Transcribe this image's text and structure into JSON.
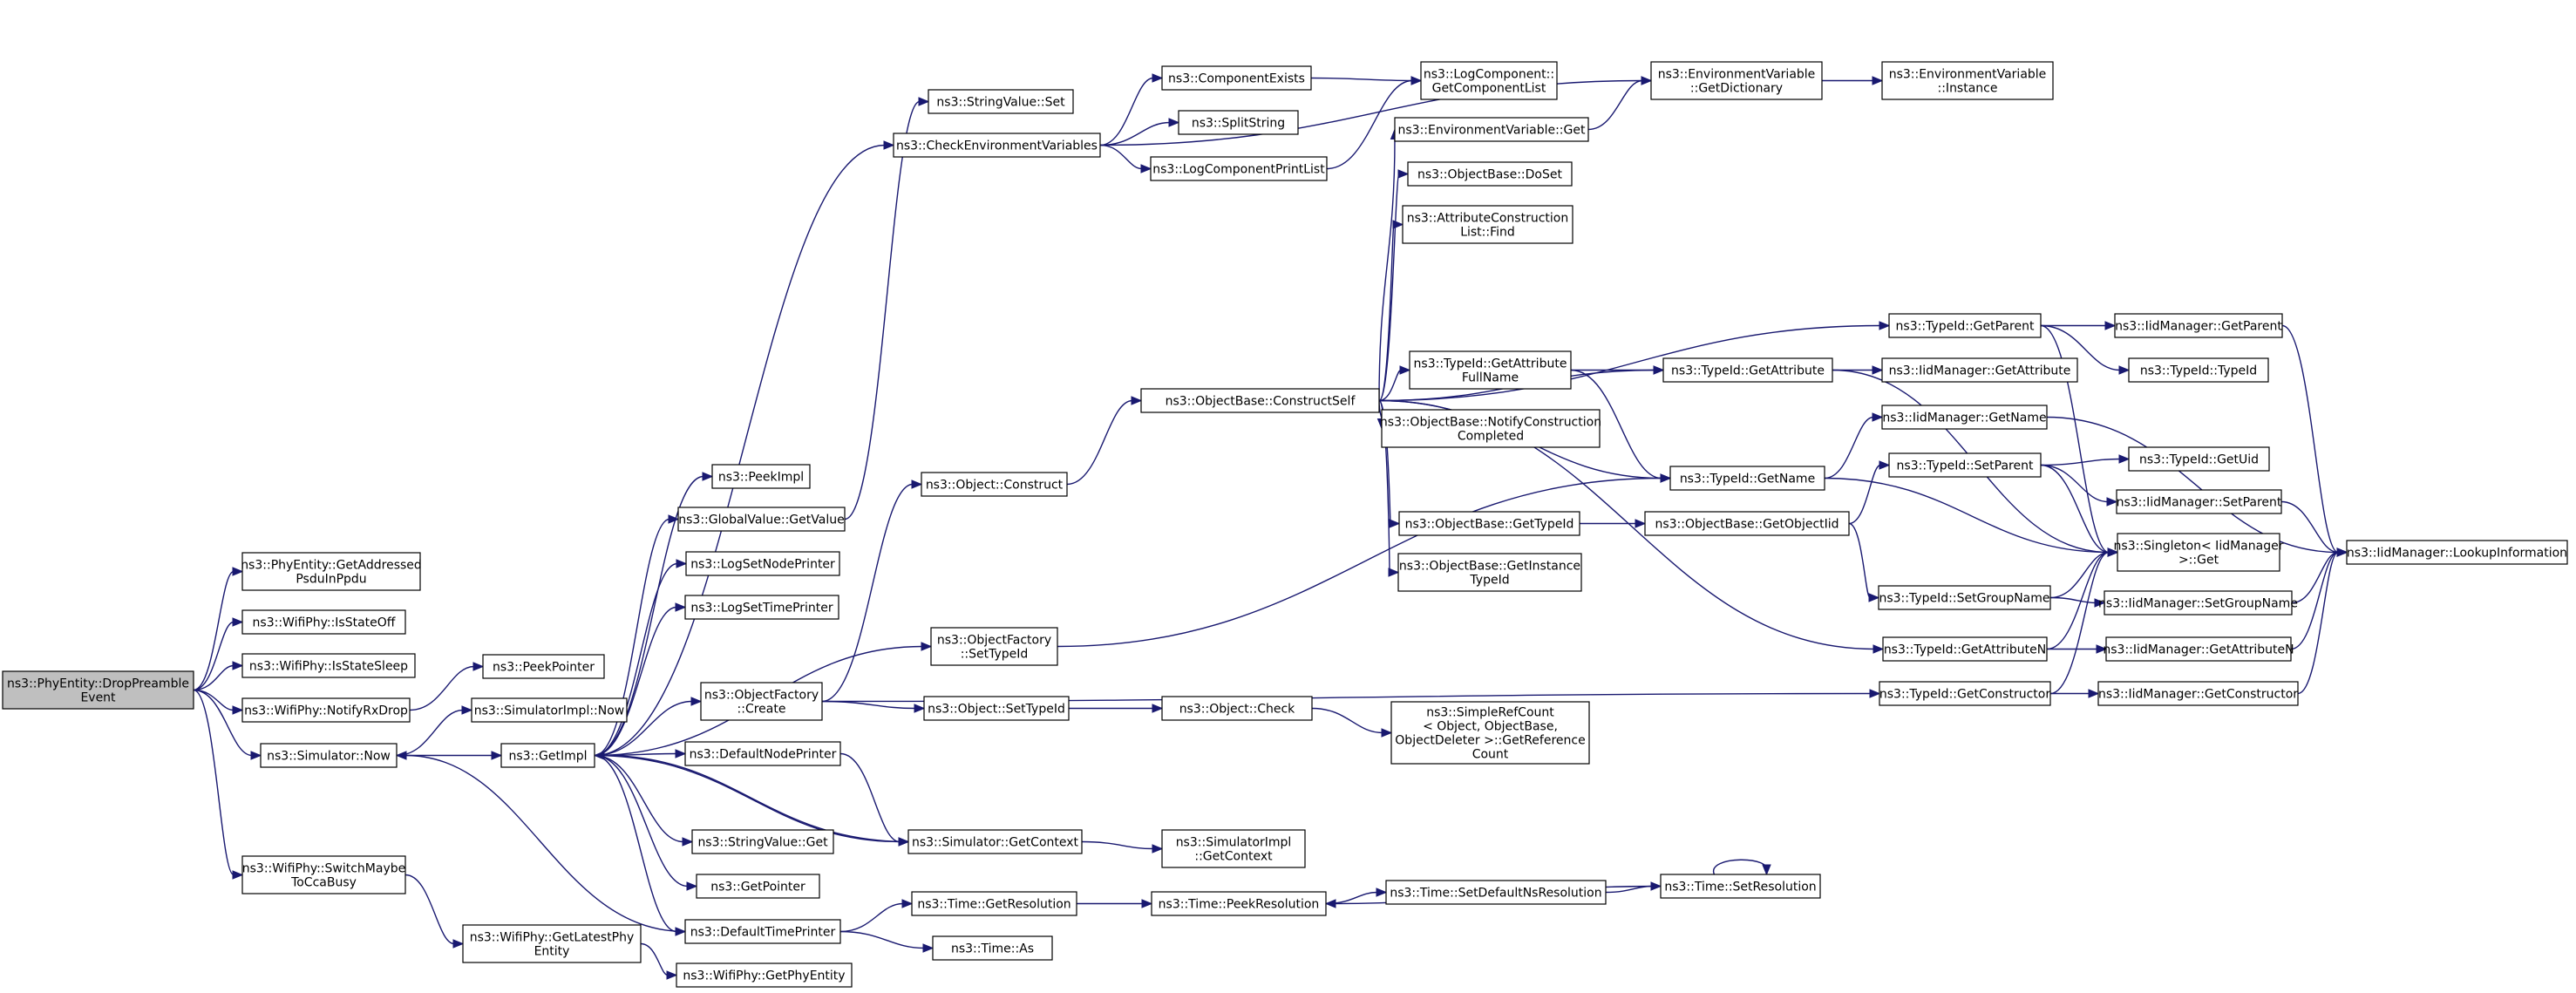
{
  "diagram": {
    "colors": {
      "edge": "#191970",
      "node_fill": "#ffffff",
      "root_fill": "#bfbfbf",
      "node_border": "#000000"
    },
    "nodes": {
      "dropPreamble": [
        "ns3::PhyEntity::DropPreamble",
        "Event"
      ],
      "getAddressedPsdu": [
        "ns3::PhyEntity::GetAddressed",
        "PsduInPpdu"
      ],
      "isStateOff": [
        "ns3::WifiPhy::IsStateOff"
      ],
      "isStateSleep": [
        "ns3::WifiPhy::IsStateSleep"
      ],
      "notifyRxDrop": [
        "ns3::WifiPhy::NotifyRxDrop"
      ],
      "peekPointer": [
        "ns3::PeekPointer"
      ],
      "simulatorNow": [
        "ns3::Simulator::Now"
      ],
      "simImplNow": [
        "ns3::SimulatorImpl::Now"
      ],
      "getImpl": [
        "ns3::GetImpl"
      ],
      "switchMaybe": [
        "ns3::WifiPhy::SwitchMaybe",
        "ToCcaBusy"
      ],
      "getLatestPhy": [
        "ns3::WifiPhy::GetLatestPhy",
        "Entity"
      ],
      "getPhyEntity": [
        "ns3::WifiPhy::GetPhyEntity"
      ],
      "peekImpl": [
        "ns3::PeekImpl"
      ],
      "globalGetValue": [
        "ns3::GlobalValue::GetValue"
      ],
      "logSetNode": [
        "ns3::LogSetNodePrinter"
      ],
      "logSetTime": [
        "ns3::LogSetTimePrinter"
      ],
      "objFactoryCreate": [
        "ns3::ObjectFactory",
        "::Create"
      ],
      "defaultNodePrinter": [
        "ns3::DefaultNodePrinter"
      ],
      "stringValueGet": [
        "ns3::StringValue::Get"
      ],
      "getPointer": [
        "ns3::GetPointer"
      ],
      "defaultTimePrinter": [
        "ns3::DefaultTimePrinter"
      ],
      "stringValueSet": [
        "ns3::StringValue::Set"
      ],
      "checkEnv": [
        "ns3::CheckEnvironmentVariables"
      ],
      "objectConstruct": [
        "ns3::Object::Construct"
      ],
      "objFactorySetTypeId": [
        "ns3::ObjectFactory",
        "::SetTypeId"
      ],
      "objectSetTypeId": [
        "ns3::Object::SetTypeId"
      ],
      "simGetContext": [
        "ns3::Simulator::GetContext"
      ],
      "timeGetResolution": [
        "ns3::Time::GetResolution"
      ],
      "timeAs": [
        "ns3::Time::As"
      ],
      "componentExists": [
        "ns3::ComponentExists"
      ],
      "splitString": [
        "ns3::SplitString"
      ],
      "logCompPrintList": [
        "ns3::LogComponentPrintList"
      ],
      "constructSelf": [
        "ns3::ObjectBase::ConstructSelf"
      ],
      "objectCheck": [
        "ns3::Object::Check"
      ],
      "simImplGetContext": [
        "ns3::SimulatorImpl",
        "::GetContext"
      ],
      "timePeekResolution": [
        "ns3::Time::PeekResolution"
      ],
      "logCompGetList": [
        "ns3::LogComponent::",
        "GetComponentList"
      ],
      "envGet": [
        "ns3::EnvironmentVariable::Get"
      ],
      "objDoSet": [
        "ns3::ObjectBase::DoSet"
      ],
      "attrConstructFind": [
        "ns3::AttributeConstruction",
        "List::Find"
      ],
      "getAttrFullName": [
        "ns3::TypeId::GetAttribute",
        "FullName"
      ],
      "notifyConstruction": [
        "ns3::ObjectBase::NotifyConstruction",
        "Completed"
      ],
      "objGetTypeId": [
        "ns3::ObjectBase::GetTypeId"
      ],
      "objGetInstanceTypeId": [
        "ns3::ObjectBase::GetInstance",
        "TypeId"
      ],
      "simpleRefCount": [
        "ns3::SimpleRefCount",
        "< Object, ObjectBase,",
        "ObjectDeleter >::GetReference",
        "Count"
      ],
      "setDefaultNsRes": [
        "ns3::Time::SetDefaultNsResolution"
      ],
      "envGetDict": [
        "ns3::EnvironmentVariable",
        "::GetDictionary"
      ],
      "typeIdGetName": [
        "ns3::TypeId::GetName"
      ],
      "typeIdGetAttribute": [
        "ns3::TypeId::GetAttribute"
      ],
      "getObjectIid": [
        "ns3::ObjectBase::GetObjectIid"
      ],
      "timeSetResolution": [
        "ns3::Time::SetResolution"
      ],
      "envInstance": [
        "ns3::EnvironmentVariable",
        "::Instance"
      ],
      "typeIdGetParent": [
        "ns3::TypeId::GetParent"
      ],
      "iidGetName": [
        "ns3::IidManager::GetName"
      ],
      "typeIdSetParent": [
        "ns3::TypeId::SetParent"
      ],
      "typeIdSetGroupName": [
        "ns3::TypeId::SetGroupName"
      ],
      "typeIdGetAttributeN": [
        "ns3::TypeId::GetAttributeN"
      ],
      "typeIdGetConstructor": [
        "ns3::TypeId::GetConstructor"
      ],
      "iidGetParent": [
        "ns3::IidManager::GetParent"
      ],
      "typeIdTypeId": [
        "ns3::TypeId::TypeId"
      ],
      "iidGetAttribute": [
        "ns3::IidManager::GetAttribute"
      ],
      "typeIdGetUid": [
        "ns3::TypeId::GetUid"
      ],
      "iidSetParent": [
        "ns3::IidManager::SetParent"
      ],
      "singletonGet": [
        "ns3::Singleton< IidManager",
        ">::Get"
      ],
      "iidSetGroupName": [
        "ns3::IidManager::SetGroupName"
      ],
      "iidGetAttributeN": [
        "ns3::IidManager::GetAttributeN"
      ],
      "iidGetConstructor": [
        "ns3::IidManager::GetConstructor"
      ],
      "iidLookupInfo": [
        "ns3::IidManager::LookupInformation"
      ]
    }
  }
}
